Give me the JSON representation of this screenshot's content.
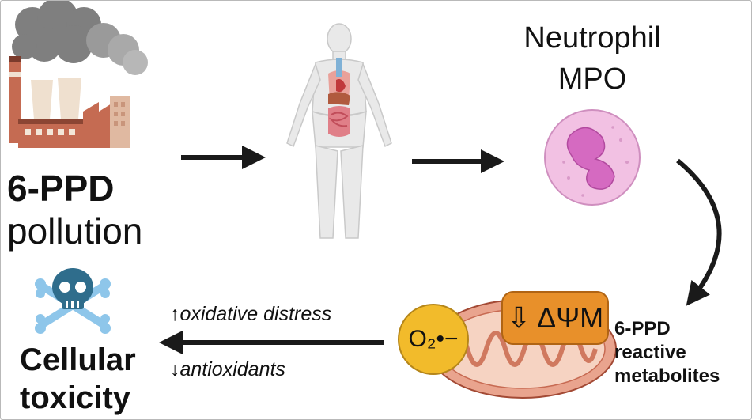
{
  "source": {
    "title": "6-PPD",
    "subtitle": "pollution"
  },
  "neutrophil": {
    "line1": "Neutrophil",
    "line2": "MPO"
  },
  "metabolites": {
    "line1": "6-PPD",
    "line2": "reactive",
    "line3": "metabolites"
  },
  "effects": {
    "oxidative": "↑oxidative distress",
    "antioxidants": "↓antioxidants"
  },
  "outcome": {
    "line1": "Cellular",
    "line2": "toxicity"
  },
  "badges": {
    "superoxide": "O₂•−",
    "membrane_potential": "⇩ ΔΨM"
  },
  "icons": [
    "factory-icon",
    "smoke-icon",
    "human-body-icon",
    "neutrophil-icon",
    "mitochondrion-icon",
    "skull-crossbones-icon"
  ],
  "colors": {
    "arrow": "#1a1a1a",
    "neutrophil_fill": "#f2c1e3",
    "neutrophil_nucleus": "#d56ac1",
    "mito_outer": "#e9a48e",
    "superoxide_badge": "#f2bb2b",
    "psi_badge": "#e8902a",
    "skull": "#2f6d8c",
    "bones": "#8ec6ea",
    "factory_brick": "#c56b52"
  }
}
